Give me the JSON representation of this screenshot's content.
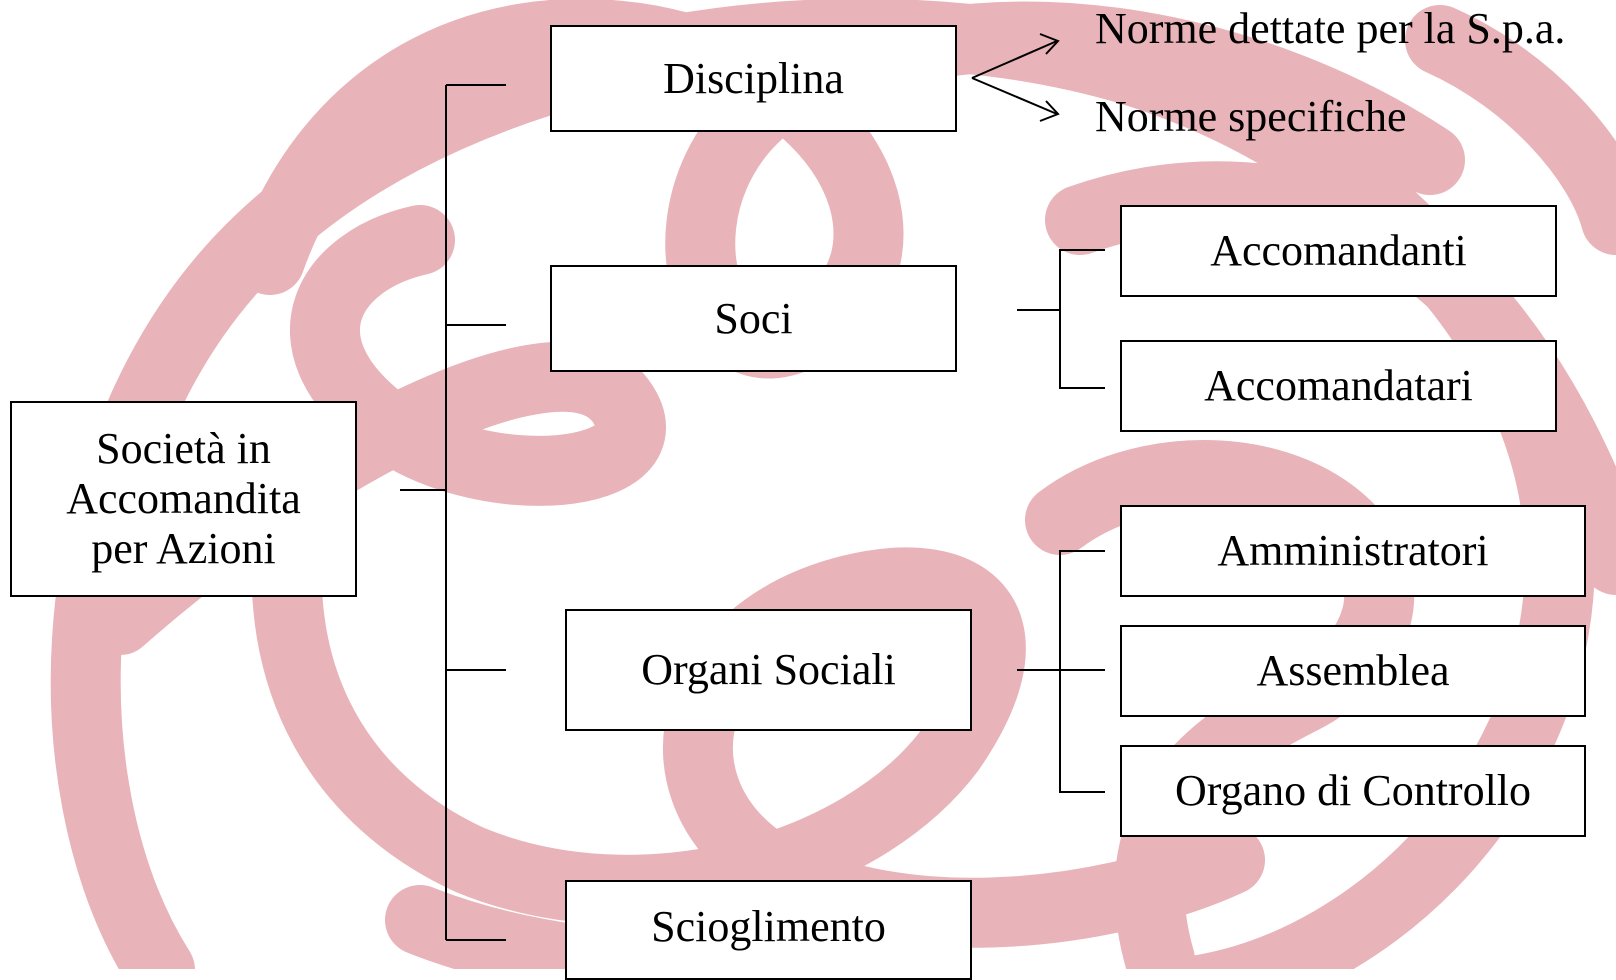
{
  "colors": {
    "watermark": "#e8b3b9",
    "line": "#000000",
    "box_fill": "#ffffff"
  },
  "root": {
    "line1": "Società in",
    "line2": "Accomandita",
    "line3": "per Azioni"
  },
  "branches": {
    "disciplina": "Disciplina",
    "soci": "Soci",
    "organi_sociali": "Organi Sociali",
    "scioglimento": "Scioglimento"
  },
  "disciplina_items": {
    "norme_spa": "Norme dettate per la S.p.a.",
    "norme_specifiche": "Norme specifiche"
  },
  "soci_items": {
    "accomandanti": "Accomandanti",
    "accomandatari": "Accomandatari"
  },
  "organi_items": {
    "amministratori": "Amministratori",
    "assemblea": "Assemblea",
    "organo_controllo": "Organo di Controllo"
  }
}
